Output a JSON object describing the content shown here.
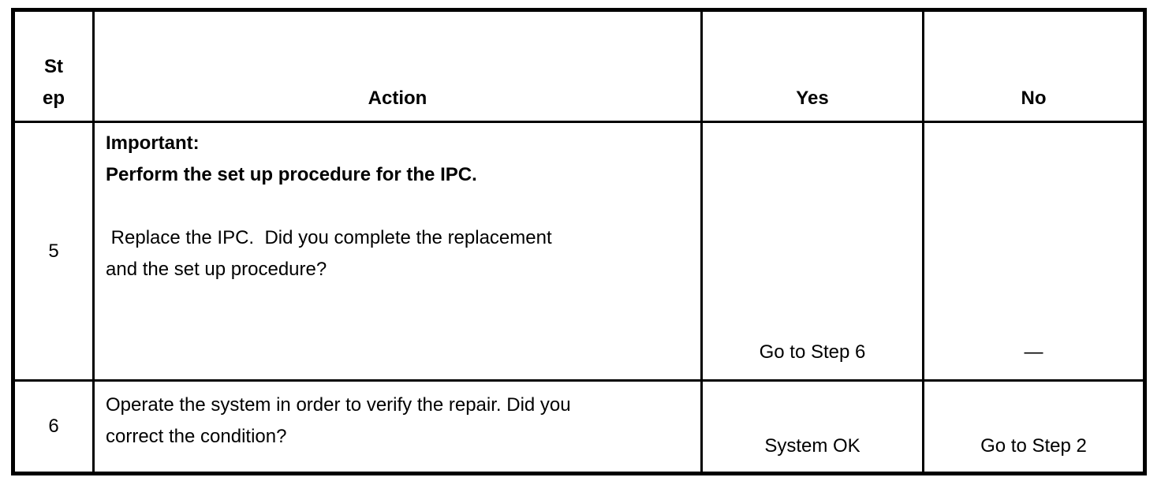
{
  "document": {
    "background_color": "#ffffff",
    "text_color": "#000000",
    "border_color": "#000000"
  },
  "table": {
    "headers": {
      "step": "St\nep",
      "action": "Action",
      "yes": "Yes",
      "no": "No"
    },
    "rows": [
      {
        "step": "5",
        "important": "Important:\nPerform the set up procedure for the IPC.",
        "action": " Replace the IPC.  Did you complete the replacement\nand the set up procedure?",
        "yes": "Go to Step 6",
        "no": "—"
      },
      {
        "step": "6",
        "action": "Operate the system in order to verify the repair. Did you\ncorrect the condition?",
        "yes": "System OK",
        "no": "Go to Step 2"
      }
    ]
  }
}
